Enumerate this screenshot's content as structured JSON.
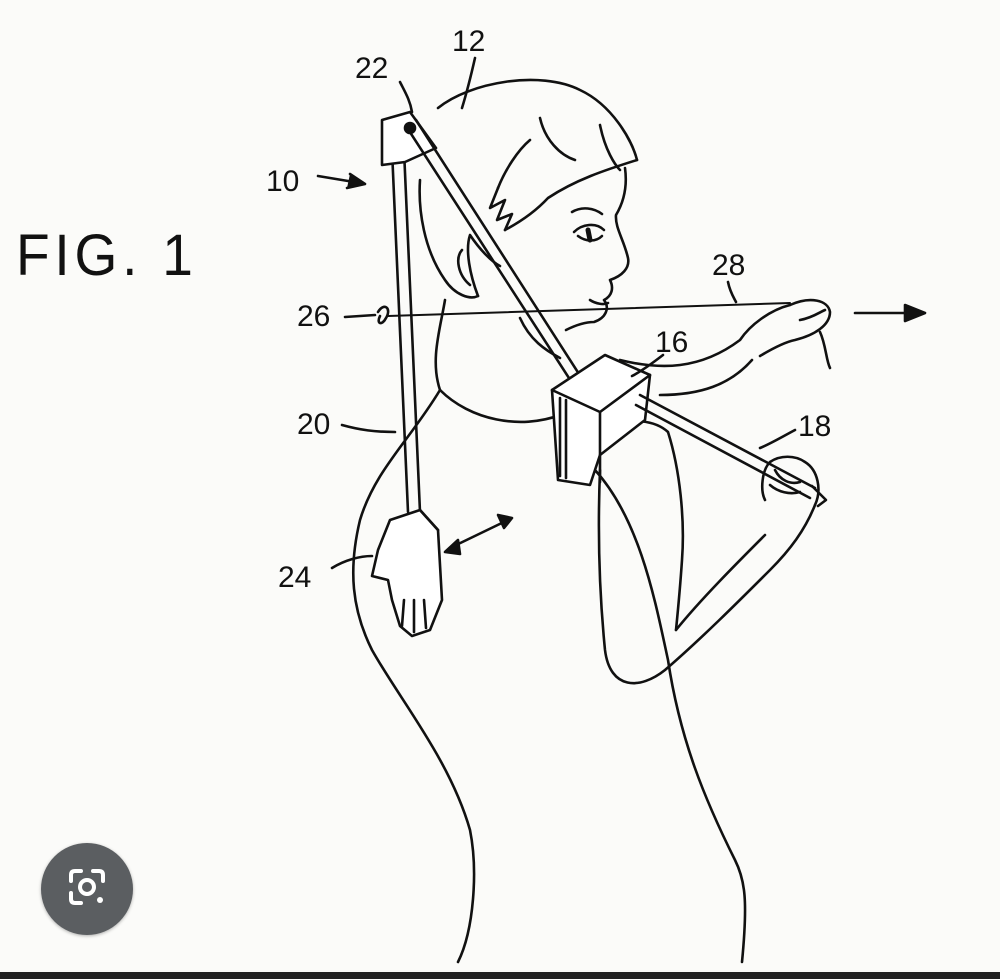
{
  "figure": {
    "title": "FIG. 1",
    "reference_numerals": {
      "r10": "10",
      "r12": "12",
      "r16": "16",
      "r18": "18",
      "r20": "20",
      "r22": "22",
      "r24": "24",
      "r26": "26",
      "r28": "28"
    }
  },
  "overlay": {
    "lens_icon": "camera-search-icon"
  }
}
